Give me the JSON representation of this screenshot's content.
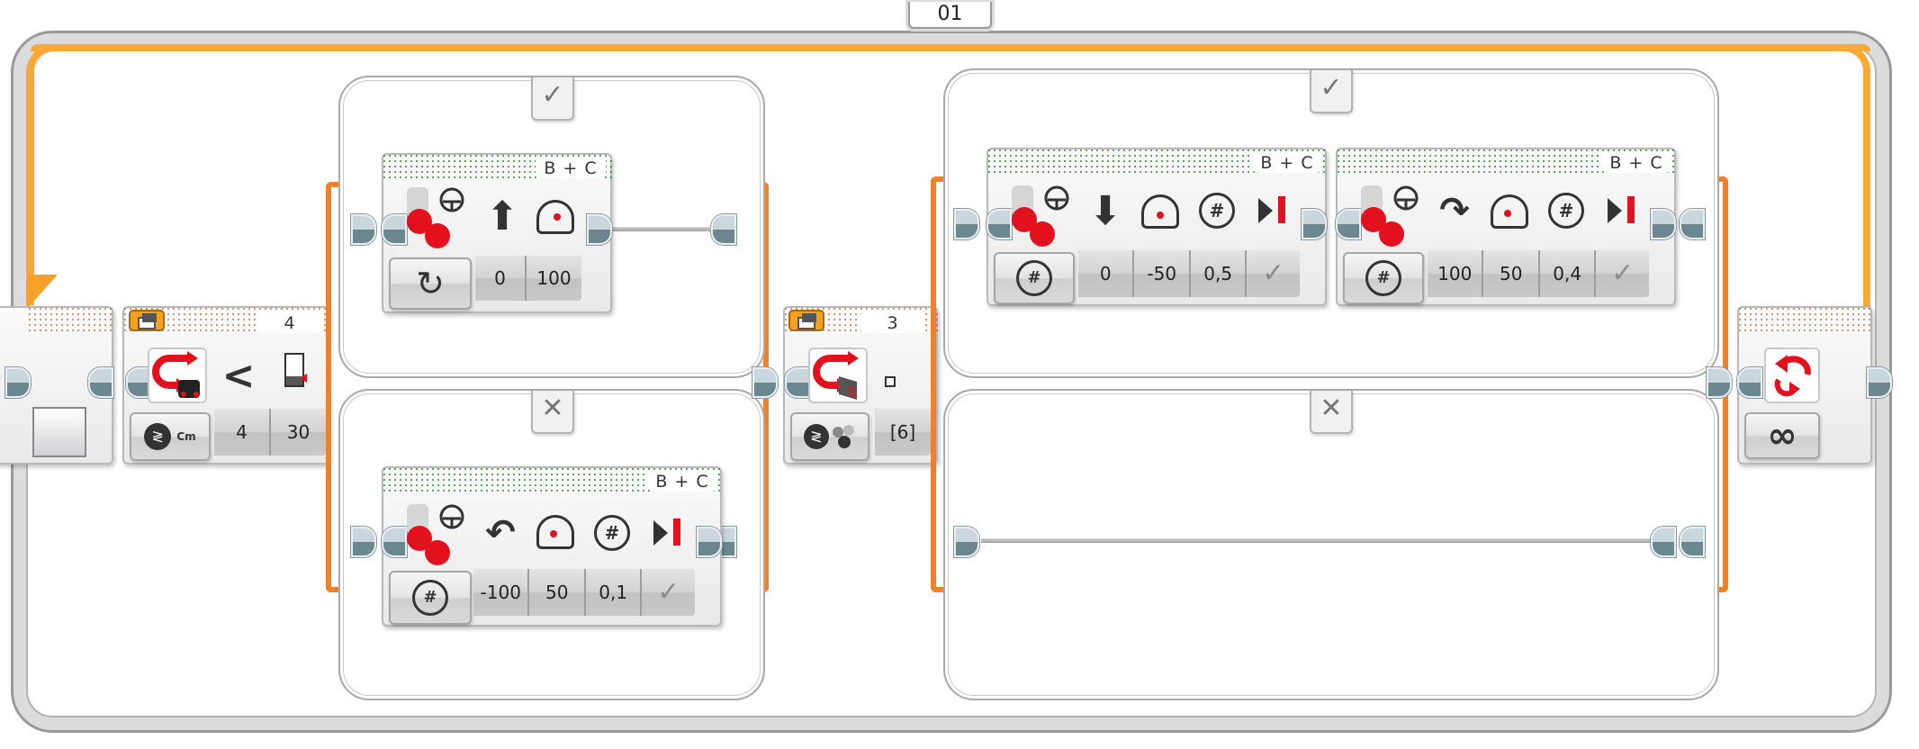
{
  "program": {
    "loop": {
      "label": "01",
      "mode_icon": "infinity-icon",
      "mode_symbol": "∞",
      "end_icon": "loop-arrows-icon"
    },
    "switch_1": {
      "block_id": "4",
      "sensor_icon": "ultrasonic-sensor-icon",
      "mode_icon": "compare-distance-cm-icon",
      "mode_unit": "Cm",
      "compare_symbol": "<",
      "compare_icon": "threshold-icon",
      "params": [
        "4",
        "30"
      ],
      "cases": [
        {
          "tab_symbol": "✓",
          "blocks": [
            {
              "type": "move-steering",
              "ports": "B + C",
              "mode_icon": "on-icon",
              "param_icons": [
                "steering-up-arrow-icon",
                "power-gauge-icon"
              ],
              "params": [
                "0",
                "100"
              ]
            }
          ]
        },
        {
          "tab_symbol": "✕",
          "blocks": [
            {
              "type": "move-steering",
              "ports": "B + C",
              "mode_icon": "rotations-icon",
              "param_icons": [
                "steering-turn-left-icon",
                "power-gauge-icon",
                "rotations-count-icon",
                "brake-icon"
              ],
              "params": [
                "-100",
                "50",
                "0,1",
                "✓"
              ]
            }
          ]
        }
      ]
    },
    "switch_2": {
      "block_id": "3",
      "sensor_icon": "color-sensor-icon",
      "mode_icon": "compare-color-icon",
      "params": [
        "[6]"
      ],
      "cases": [
        {
          "tab_symbol": "✓",
          "blocks": [
            {
              "type": "move-steering",
              "ports": "B + C",
              "mode_icon": "rotations-icon",
              "param_icons": [
                "steering-down-arrow-icon",
                "power-gauge-icon",
                "rotations-count-icon",
                "brake-icon"
              ],
              "params": [
                "0",
                "-50",
                "0,5",
                "✓"
              ]
            },
            {
              "type": "move-steering",
              "ports": "B + C",
              "mode_icon": "rotations-icon",
              "param_icons": [
                "steering-turn-right-icon",
                "power-gauge-icon",
                "rotations-count-icon",
                "brake-icon"
              ],
              "params": [
                "100",
                "50",
                "0,4",
                "✓"
              ]
            }
          ]
        },
        {
          "tab_symbol": "✕",
          "blocks": []
        }
      ]
    }
  },
  "colors": {
    "loop_orange": "#fba834",
    "switch_orange": "#ee8129",
    "move_green": "#7fc31d",
    "icon_red": "#e3101e",
    "frame_gray": "#dcdcdc"
  }
}
